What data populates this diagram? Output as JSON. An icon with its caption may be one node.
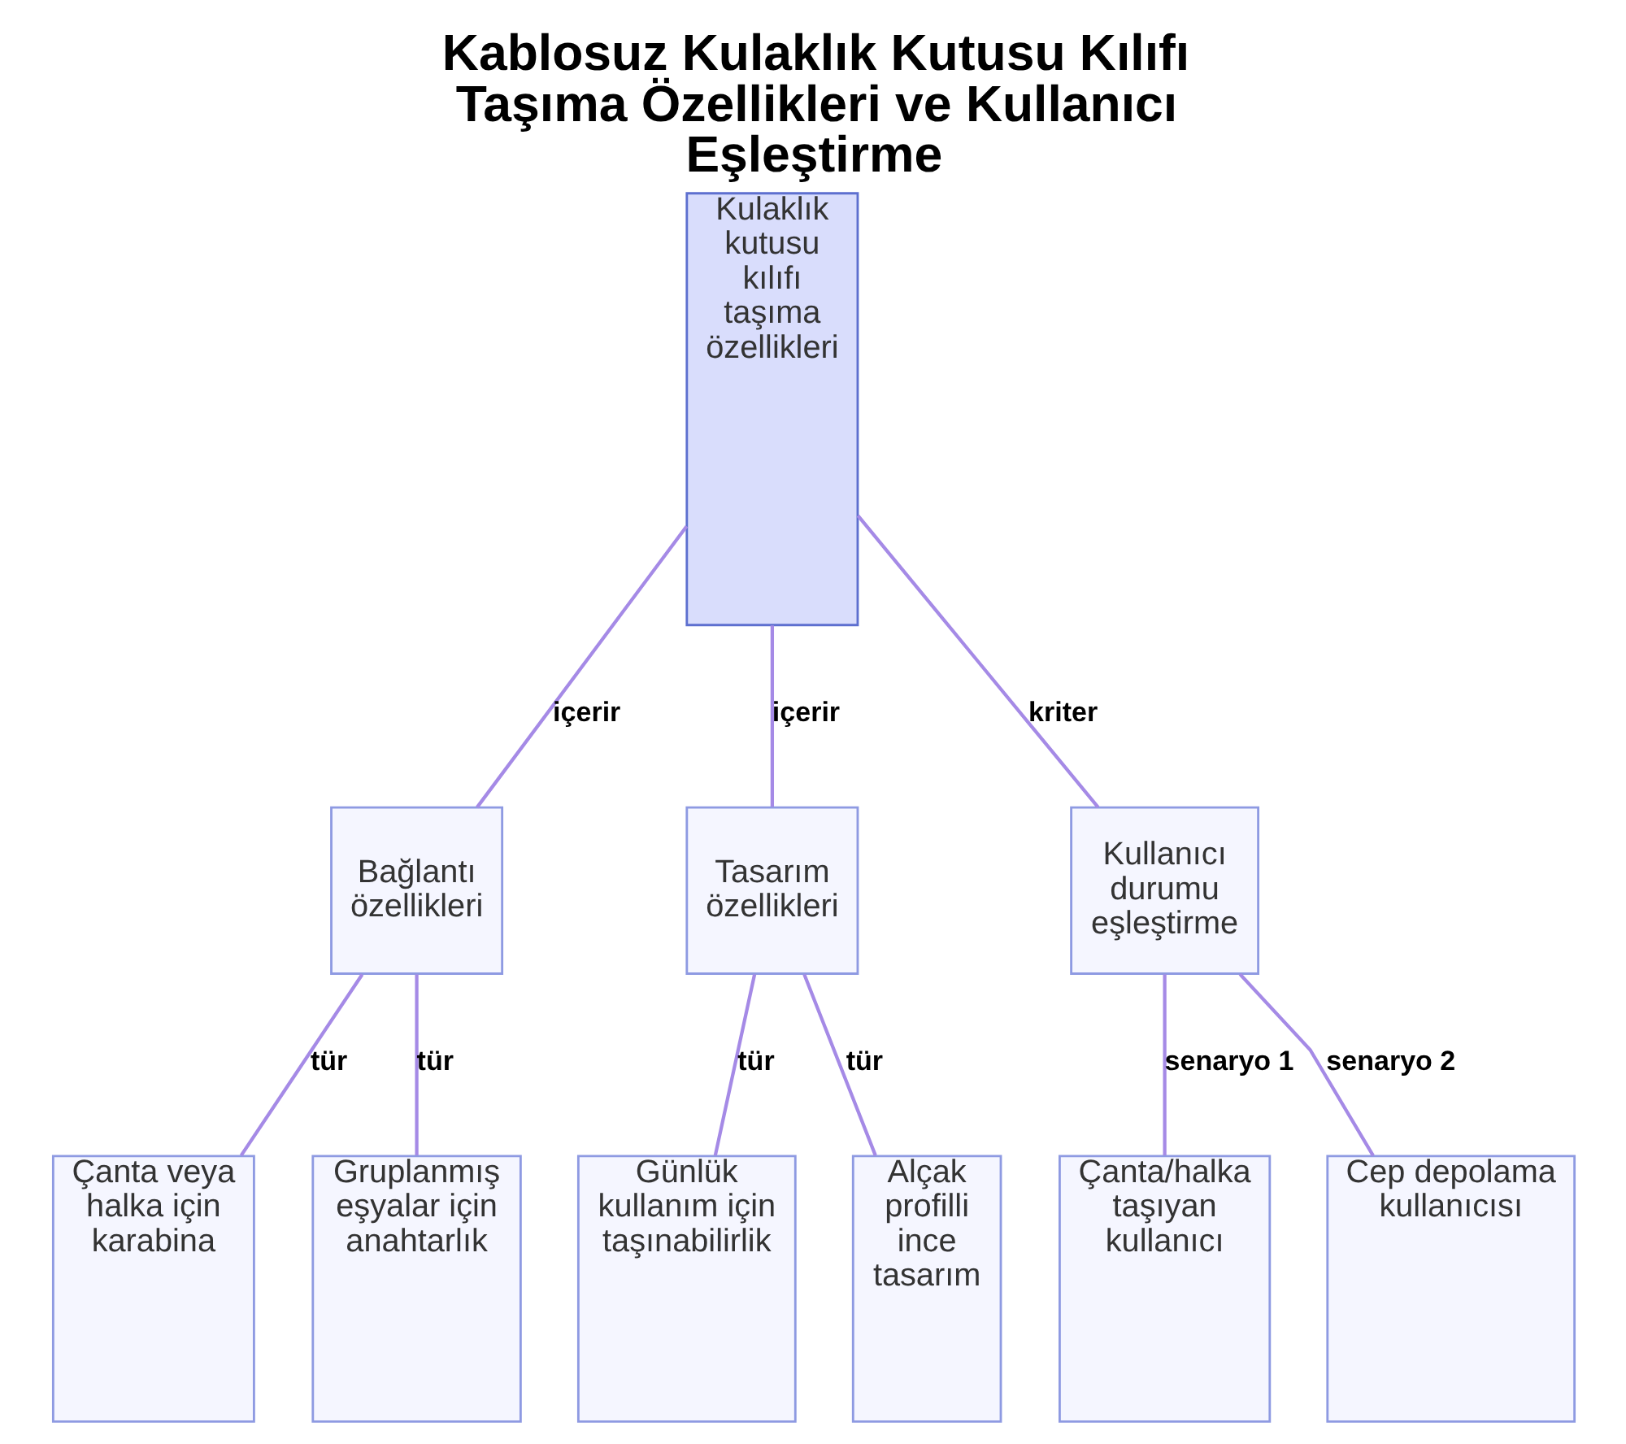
{
  "diagram": {
    "title": "Kablosuz Kulaklık Kutusu Kılıfı Taşıma Özellikleri ve Kullanıcı Eşleştirme",
    "nodes": [
      {
        "text": [
          "Kulaklık kutusu kılıfı taşıma özellikleri"
        ]
      },
      {
        "text": [
          "Bağlantı özellikleri"
        ]
      },
      {
        "text": [
          "Tasarım özellikleri"
        ]
      },
      {
        "text": [
          "Kullanıcı durumu eşleştirme"
        ]
      },
      {
        "text": [
          "Çanta veya halka için karabina"
        ]
      },
      {
        "text": [
          "Gruplanmış eşyalar için anahtarlık"
        ]
      },
      {
        "text": [
          "Günlük kullanım için taşınabilirlik"
        ]
      },
      {
        "text": [
          "Alçak profilli ince tasarım"
        ]
      },
      {
        "text": [
          "Çanta/halka taşıyan kullanıcı"
        ]
      },
      {
        "text": [
          "Cep depolama kullanıcısı"
        ]
      }
    ],
    "edges": [
      {
        "from": 0,
        "to": 1,
        "arrow": "none",
        "label": "içerir"
      },
      {
        "from": 0,
        "to": 2,
        "arrow": "none",
        "label": "içerir"
      },
      {
        "from": 0,
        "to": 3,
        "arrow": "none",
        "label": "kriter"
      },
      {
        "from": 1,
        "to": 4,
        "arrow": "none",
        "label": "tür"
      },
      {
        "from": 1,
        "to": 5,
        "arrow": "none",
        "label": "tür"
      },
      {
        "from": 2,
        "to": 6,
        "arrow": "none",
        "label": "tür"
      },
      {
        "from": 2,
        "to": 7,
        "arrow": "none",
        "label": "tür"
      },
      {
        "from": 3,
        "to": 8,
        "arrow": "none",
        "label": "senaryo 1"
      },
      {
        "from": 3,
        "to": 9,
        "arrow": "none",
        "label": "senaryo 2"
      }
    ]
  }
}
